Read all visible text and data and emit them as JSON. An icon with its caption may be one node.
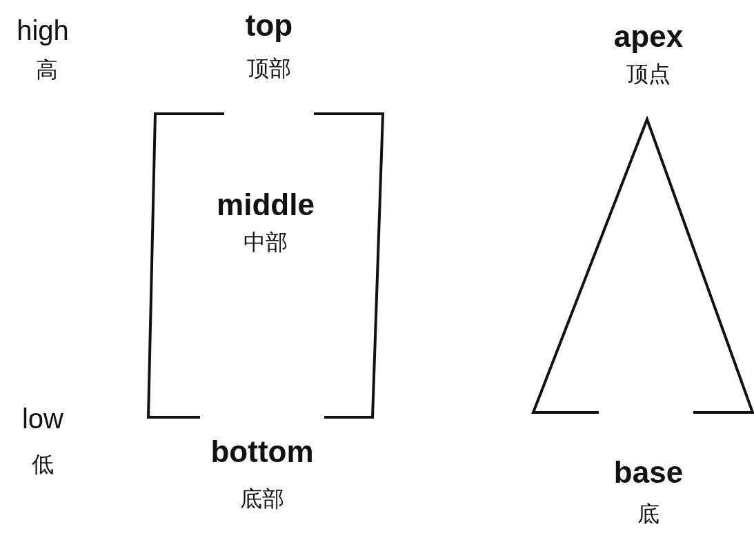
{
  "diagram": {
    "nodes": [
      {
        "text": [
          "top",
          "顶部",
          "middle",
          "中部",
          "bottom",
          "底部"
        ]
      },
      {
        "text": [
          "apex",
          "顶点",
          "base",
          "底"
        ]
      }
    ],
    "labels": [
      "high",
      "高",
      "low",
      "低"
    ]
  }
}
